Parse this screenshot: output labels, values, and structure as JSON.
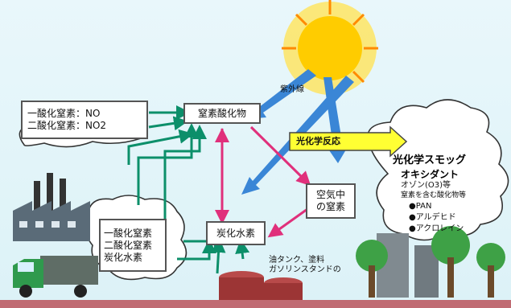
{
  "colors": {
    "sky": "#e9f7fb",
    "sun": "#ffcc00",
    "blue_arrow": "#3a86d6",
    "green_arrow": "#0c8f6a",
    "pink_arrow": "#e0307b",
    "ground": "#c06b73",
    "tree": "#3ea146",
    "photo_label_bg": "#ffff33"
  },
  "labels": {
    "nox_top": {
      "line1": "一酸化窒素：NO",
      "line2": "二酸化窒素：NO2"
    },
    "nitrogen_oxides": "窒素酸化物",
    "sunlight": "紫外線",
    "photochemical_reaction": "光化学反応",
    "smog_title": "光化学スモッグ",
    "oxidant": "オキシダント",
    "smog_items": [
      "オゾン(O3)等",
      "窒素を含む酸化物等",
      "●PAN",
      "●アルデヒド",
      "●アクロレイン"
    ],
    "air_nitrogen": {
      "line1": "空気中",
      "line2": "の窒素"
    },
    "hydrocarbons": "炭化水素",
    "truck_emissions": {
      "line1": "一酸化窒素",
      "line2": "二酸化窒素",
      "line3": "炭化水素"
    },
    "tank_note": {
      "line1": "油タンク、塗料",
      "line2": "ガソリンスタンドの"
    }
  }
}
